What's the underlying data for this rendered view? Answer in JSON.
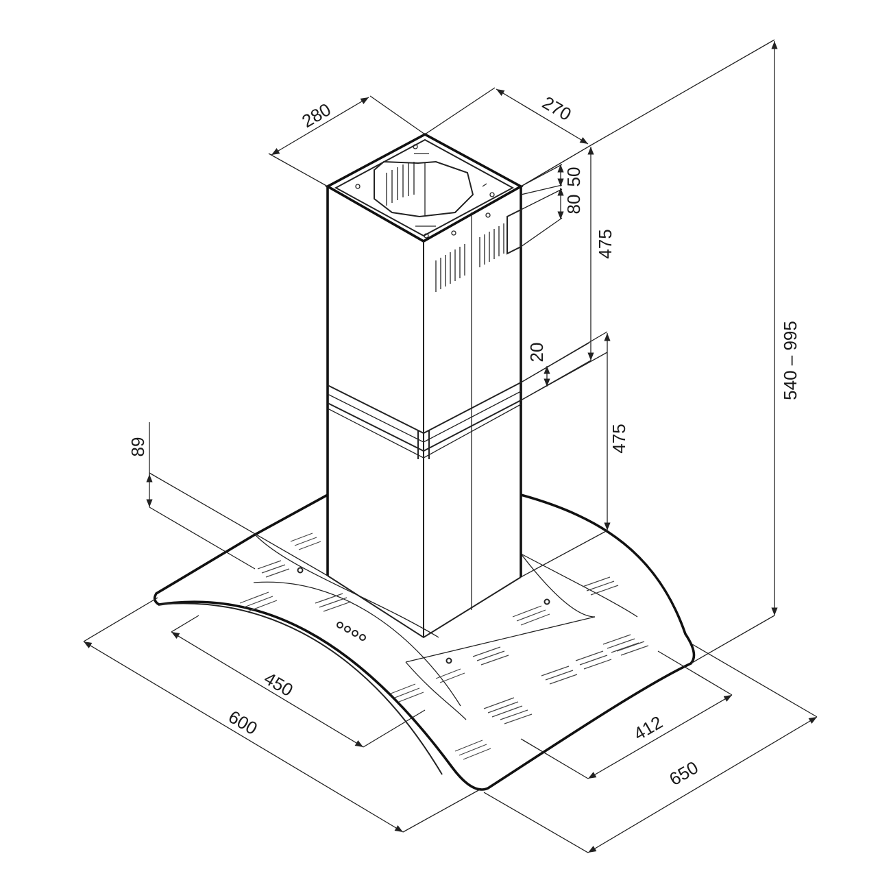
{
  "dimensions": {
    "chimney_depth": "280",
    "chimney_width": "270",
    "vent_offset_top": "50",
    "vent_height": "80",
    "upper_chimney_height": "475",
    "overlap": "20",
    "lower_chimney_height": "475",
    "total_height_range": "540 – 995",
    "canopy_edge_height": "89",
    "filter_depth": "450",
    "hood_depth": "600",
    "filter_width": "412",
    "hood_width": "650"
  },
  "colors": {
    "line": "#222222",
    "outline": "#111111",
    "background": "#ffffff"
  }
}
